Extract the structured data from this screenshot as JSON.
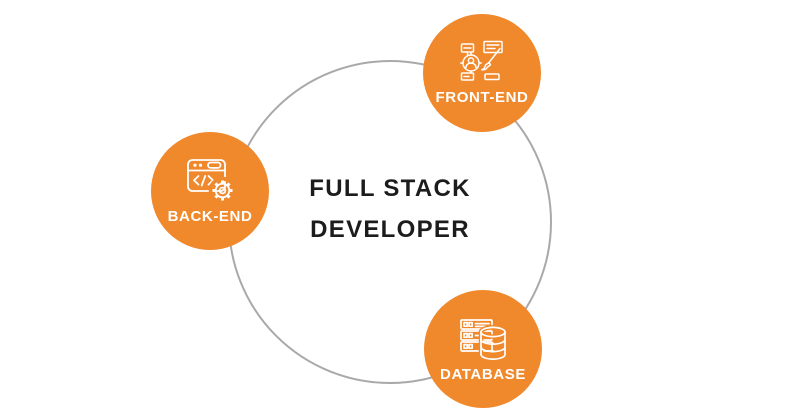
{
  "diagram": {
    "title_line1": "FULL STACK",
    "title_line2": "DEVELOPER",
    "nodes": [
      {
        "id": "front-end",
        "label": "FRONT-END",
        "icon": "ui-design-icon"
      },
      {
        "id": "back-end",
        "label": "BACK-END",
        "icon": "browser-code-gear-icon"
      },
      {
        "id": "database",
        "label": "DATABASE",
        "icon": "server-database-icon"
      }
    ],
    "colors": {
      "node_fill": "#f0882c",
      "node_label_text": "#ffffff",
      "ring_stroke": "#a9a9a9",
      "title_text": "#1c1c1c",
      "background": "#ffffff"
    }
  }
}
